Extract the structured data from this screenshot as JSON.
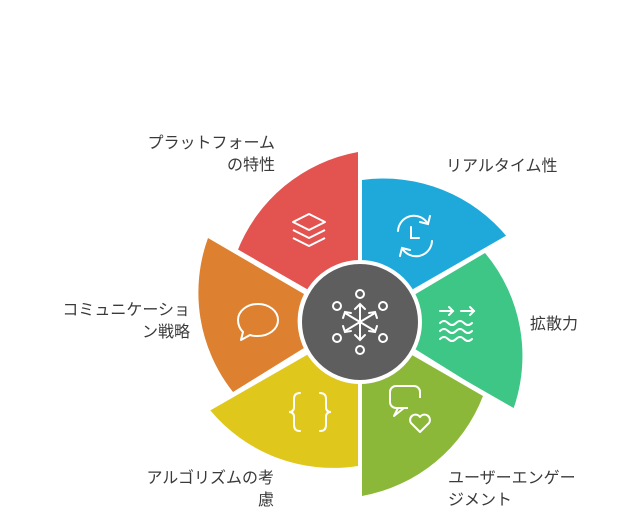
{
  "hub": {
    "icon": "network-hub-icon"
  },
  "segments": [
    {
      "id": "platform",
      "icon": "layers-icon",
      "color": "#E3534F",
      "label_lines": [
        "プラットフォーム",
        "の特性"
      ]
    },
    {
      "id": "realtime",
      "icon": "refresh-clock-icon",
      "color": "#1FA9DB",
      "label_lines": [
        "リアルタイム性"
      ]
    },
    {
      "id": "spread",
      "icon": "waves-arrows-icon",
      "color": "#3DC685",
      "label_lines": [
        "拡散力"
      ]
    },
    {
      "id": "engagement",
      "icon": "chat-heart-icon",
      "color": "#8CB83A",
      "label_lines": [
        "ユーザーエンゲー",
        "ジメント"
      ]
    },
    {
      "id": "algorithm",
      "icon": "curly-braces-icon",
      "color": "#E0C71C",
      "label_lines": [
        "アルゴリズムの考",
        "慮"
      ]
    },
    {
      "id": "communication",
      "icon": "speech-bubble-icon",
      "color": "#DD8130",
      "label_lines": [
        "コミュニケーショ",
        "ン戦略"
      ]
    }
  ]
}
